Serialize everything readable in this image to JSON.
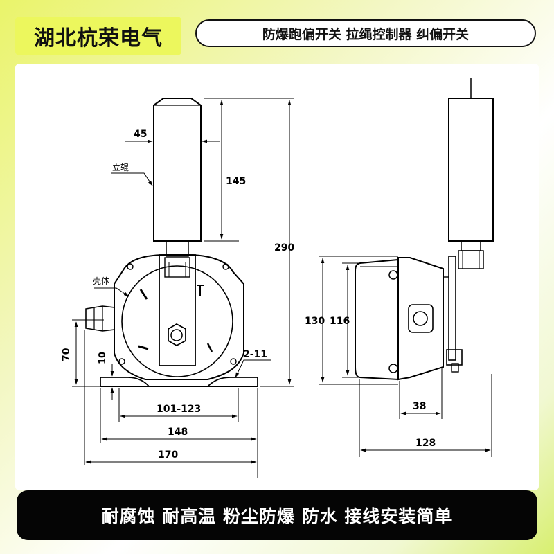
{
  "header": {
    "brand": "湖北杭荣电气",
    "tagline": "防爆跑偏开关  拉绳控制器  纠偏开关"
  },
  "drawing": {
    "labels": {
      "roller": "立辊",
      "housing": "壳体"
    },
    "dimensions": {
      "roller_width": "45",
      "roller_height": "145",
      "total_height": "290",
      "base_height": "70",
      "foot_thickness": "10",
      "hole": "2-11",
      "hole_spacing": "101-123",
      "base_inner": "148",
      "base_width": "170",
      "side_height_outer": "130",
      "side_height_inner": "116",
      "side_flange": "38",
      "side_depth": "128"
    }
  },
  "footer": {
    "features": "耐腐蚀 耐高温  粉尘防爆 防水 接线安装简单"
  }
}
